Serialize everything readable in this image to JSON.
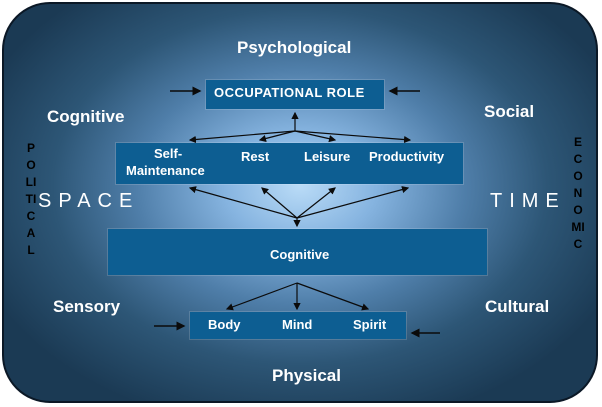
{
  "outer": {
    "top": "Psychological",
    "bottom": "Physical",
    "top_left": "Cognitive",
    "top_right": "Social",
    "bottom_left": "Sensory",
    "bottom_right": "Cultural",
    "left_vertical": "POLITICAL",
    "right_vertical": "ECONOMIC",
    "space": "SPACE",
    "time": "TIME"
  },
  "boxes": {
    "role": "OCCUPATIONAL ROLE",
    "activities": {
      "self_line1": "Self-",
      "self_line2": "Maintenance",
      "rest": "Rest",
      "leisure": "Leisure",
      "productivity": "Productivity"
    },
    "core": "Cognitive",
    "person": {
      "body": "Body",
      "mind": "Mind",
      "spirit": "Spirit"
    }
  },
  "colors": {
    "box_fill": "#0d5e92",
    "text": "#ffffff",
    "arrow": "#0b0b0b"
  }
}
